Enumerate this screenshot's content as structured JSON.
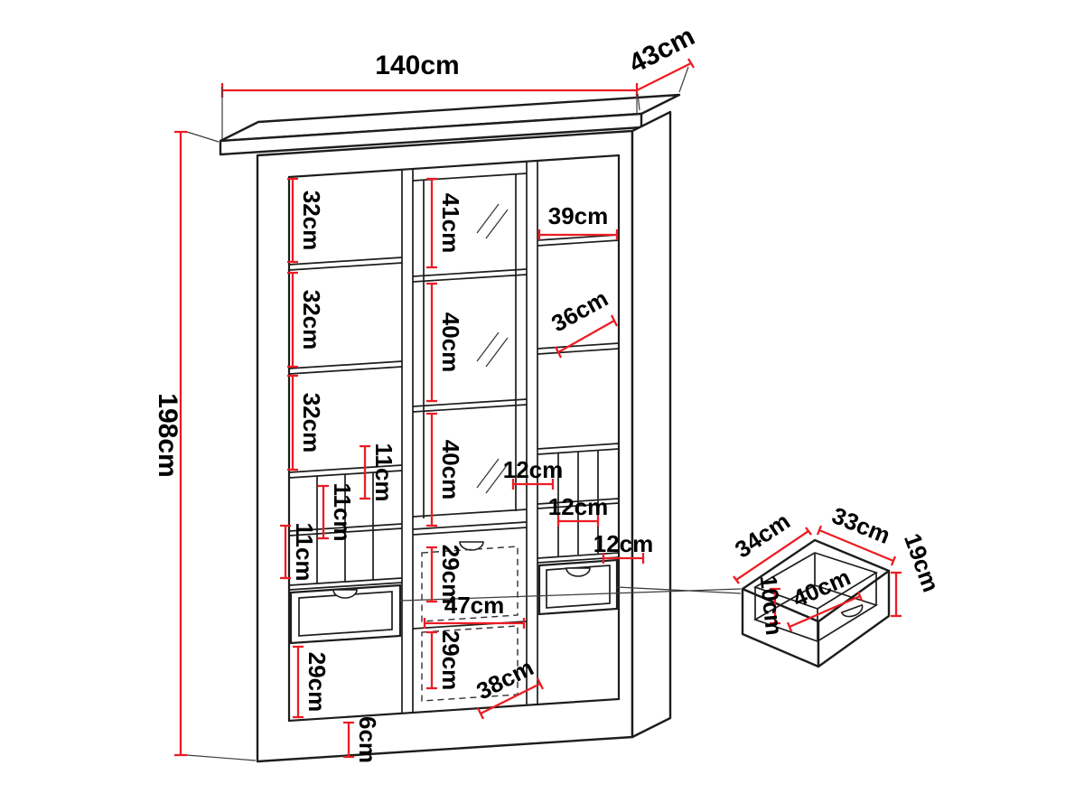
{
  "diagram": {
    "unit": "cm",
    "colors": {
      "dimension_line": "#ed1c24",
      "outline": "#1d1d1b",
      "label_text": "#000000"
    },
    "overall": {
      "width": "140cm",
      "depth": "43cm",
      "height": "198cm"
    },
    "left_column": {
      "shelf_gap_1": "32cm",
      "shelf_gap_2": "32cm",
      "shelf_gap_3": "32cm",
      "cubby_1": "11cm",
      "cubby_2": "11cm",
      "cubby_3": "11cm",
      "lower_compartment": "29cm"
    },
    "center_column": {
      "shelf_gap_1": "41cm",
      "shelf_gap_2": "40cm",
      "shelf_gap_3": "40cm",
      "drawer_space_1": "29cm",
      "inner_width": "47cm",
      "drawer_space_2": "29cm",
      "bottom_depth": "38cm",
      "plinth_height": "6cm"
    },
    "right_column": {
      "shelf_width": "39cm",
      "shelf_depth": "36cm",
      "cubby_1": "12cm",
      "cubby_2": "12cm",
      "cubby_3": "12cm"
    },
    "drawer_detail": {
      "side_depth": "34cm",
      "back_width": "33cm",
      "front_height": "19cm",
      "inner_height": "10cm",
      "inner_width": "40cm"
    }
  }
}
